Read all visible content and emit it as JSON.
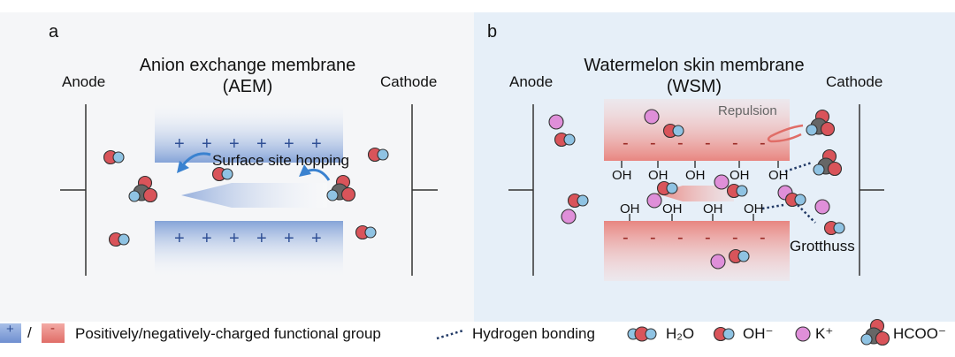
{
  "panel_a": {
    "letter": "a",
    "title_line1": "Anion exchange membrane",
    "title_line2": "(AEM)",
    "anode": "Anode",
    "cathode": "Cathode",
    "hopping": "Surface site hopping",
    "plus_sign": "+"
  },
  "panel_b": {
    "letter": "b",
    "title_line1": "Watermelon skin membrane",
    "title_line2": "(WSM)",
    "anode": "Anode",
    "cathode": "Cathode",
    "repulsion": "Repulsion",
    "grotthuss": "Grotthuss",
    "minus_sign": "-",
    "oh_label": "OH"
  },
  "legend": {
    "plus": "+",
    "slash": "/",
    "minus": "-",
    "charged_groups": "Positively/negatively-charged functional group",
    "hydrogen_bonding": "Hydrogen bonding",
    "h2o": "H₂O",
    "oh": "OH⁻",
    "k": "K⁺",
    "hcoo": "HCOO⁻"
  },
  "colors": {
    "aem_blue": "#7f9fd6",
    "wsm_red": "#e8807a",
    "oxygen": "#d9545a",
    "hydrogen": "#8fc3e3",
    "carbon": "#666666",
    "potassium": "#df8fd9",
    "arrow_blue": "#3a82d0"
  }
}
